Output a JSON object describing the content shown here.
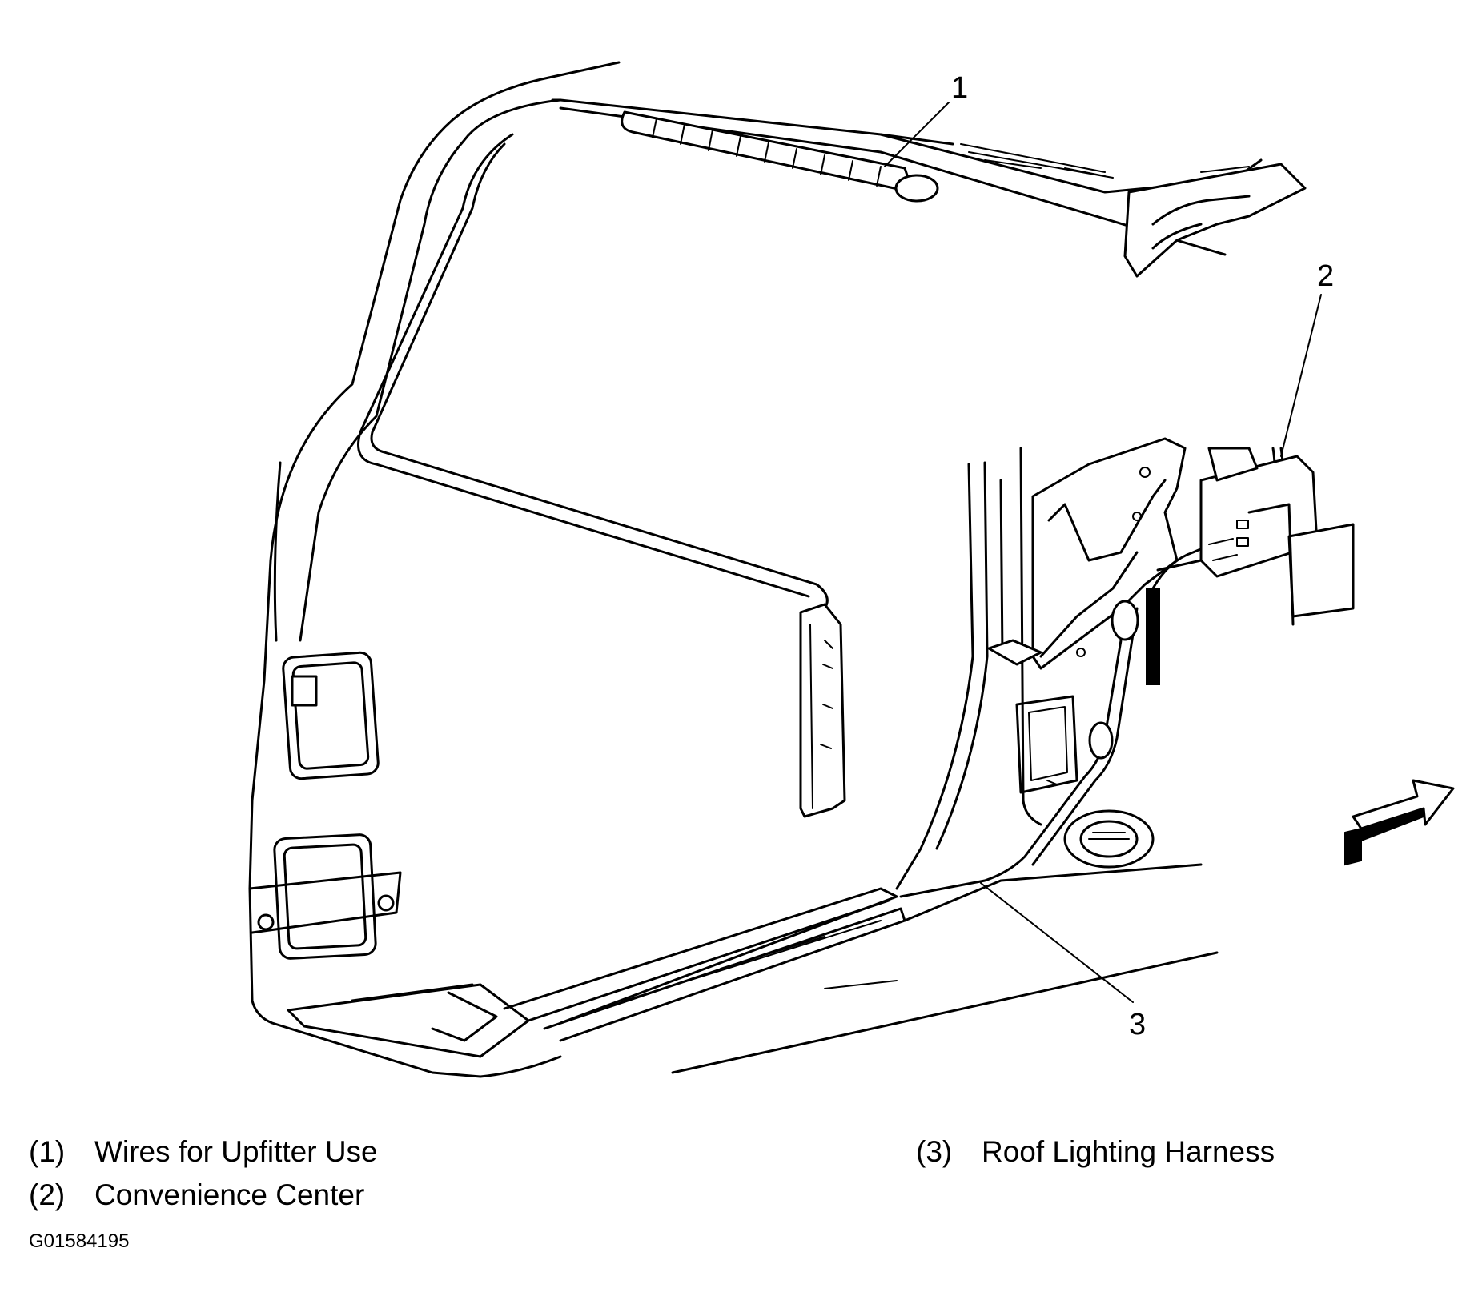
{
  "callouts": [
    {
      "number": "1",
      "label": "Wires for Upfitter Use"
    },
    {
      "number": "2",
      "label": "Convenience Center"
    },
    {
      "number": "3",
      "label": "Roof Lighting Harness"
    }
  ],
  "figure_id": "G01584195",
  "view_arrow_icon": "direction-arrow-icon"
}
